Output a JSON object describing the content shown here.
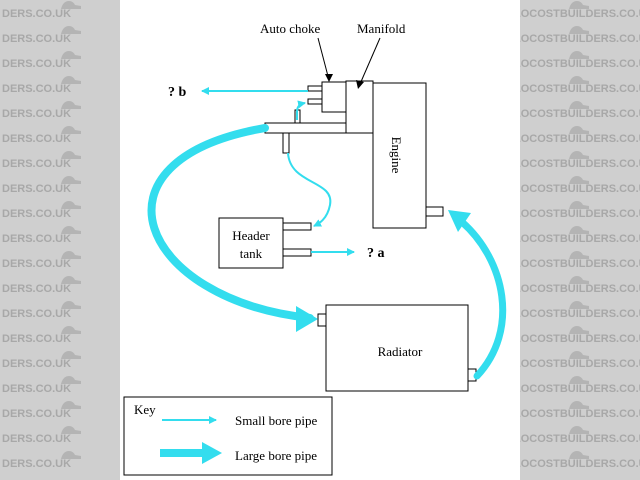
{
  "watermark": {
    "text": "LOCOSTBUILDERS.CO.UK",
    "text_partial": "DERS.CO.UK",
    "logo_icon": "car-silhouette-icon",
    "band_color": "#cfcfcf"
  },
  "diagram": {
    "labels": {
      "auto_choke": "Auto choke",
      "manifold": "Manifold",
      "engine": "Engine",
      "header_tank_line1": "Header",
      "header_tank_line2": "tank",
      "radiator": "Radiator",
      "unknown_b": "? b",
      "unknown_a": "? a"
    },
    "key": {
      "title": "Key",
      "small_bore": "Small bore pipe",
      "large_bore": "Large bore pipe"
    },
    "colors": {
      "pipe": "#33ddee",
      "outline": "#000000"
    }
  }
}
